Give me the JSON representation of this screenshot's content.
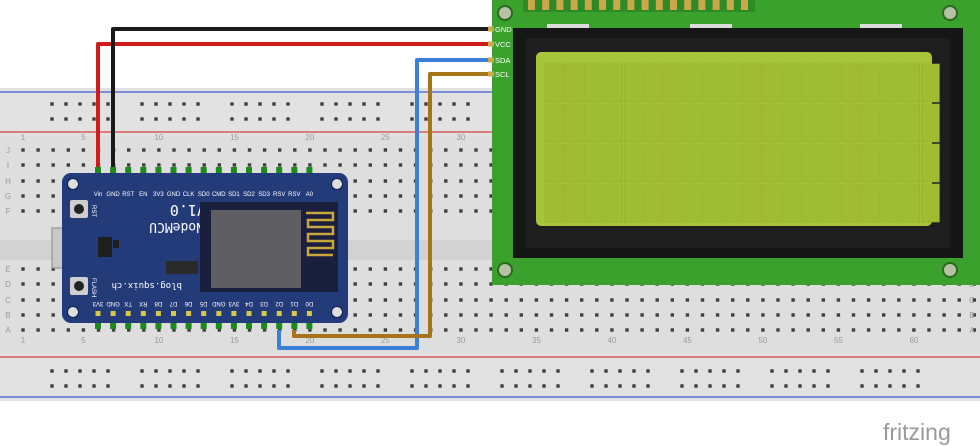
{
  "breadboard": {
    "column_numbers": [
      "1",
      "5",
      "10",
      "15",
      "20",
      "25",
      "30",
      "35",
      "40",
      "45",
      "50",
      "55",
      "60"
    ],
    "row_letters_top": [
      "J",
      "I",
      "H",
      "G",
      "F"
    ],
    "row_letters_bottom": [
      "E",
      "D",
      "C",
      "B",
      "A"
    ]
  },
  "nodemcu": {
    "title": "NodeMCU",
    "version": "V1.0",
    "website": "blog.squix.ch",
    "rst_label": "RST",
    "flash_label": "FLASH",
    "top_pins": [
      "Vin",
      "GND",
      "RST",
      "EN",
      "3V3",
      "GND",
      "CLK",
      "SD0",
      "CMD",
      "SD1",
      "SD2",
      "SD3",
      "RSV",
      "RSV",
      "A0"
    ],
    "bottom_pins": [
      "3V3",
      "GND",
      "TX",
      "RX",
      "D8",
      "D7",
      "D6",
      "D5",
      "GND",
      "3V3",
      "D4",
      "D3",
      "D2",
      "D1",
      "D0"
    ]
  },
  "lcd": {
    "pins": [
      "GND",
      "VCC",
      "SDA",
      "SCL"
    ]
  },
  "wires": [
    {
      "name": "gnd-wire",
      "color": "#1a1a1a"
    },
    {
      "name": "vcc-wire",
      "color": "#d01b1b"
    },
    {
      "name": "sda-wire",
      "color": "#3c7fd8"
    },
    {
      "name": "scl-wire",
      "color": "#a8741a"
    }
  ],
  "branding": {
    "logo": "fritzing"
  }
}
